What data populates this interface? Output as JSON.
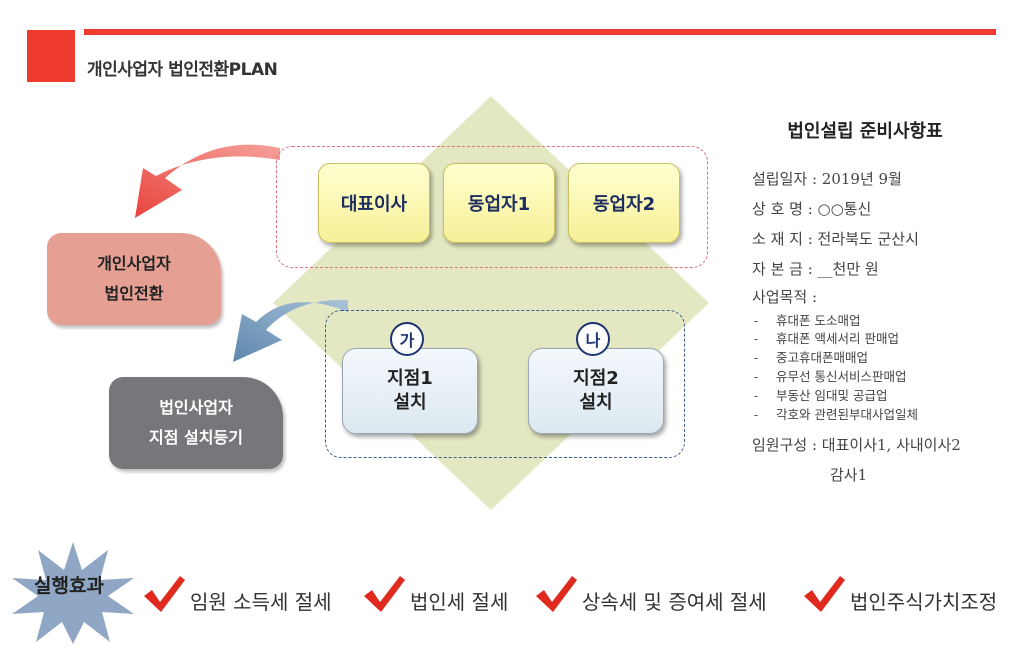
{
  "header": {
    "title": "개인사업자 법인전환PLAN"
  },
  "shareholders": [
    "대표이사",
    "동업자1",
    "동업자2"
  ],
  "branches": [
    {
      "marker": "가",
      "line1": "지점1",
      "line2": "설치"
    },
    {
      "marker": "나",
      "line1": "지점2",
      "line2": "설치"
    }
  ],
  "side_boxes": {
    "conversion": {
      "line1": "개인사업자",
      "line2": "법인전환"
    },
    "registration": {
      "line1": "법인사업자",
      "line2": "지점 설치등기"
    }
  },
  "prep": {
    "title": "법인설립 준비사항표",
    "date": "설립일자 : 2019년 9월",
    "name": "상 호 명 : ○○통신",
    "location": "소 재 지 : 전라북도 군산시",
    "capital": "자 본 금 : __천만 원",
    "purpose_label": "사업목적 :",
    "purposes": [
      "휴대폰 도소매업",
      "휴대폰 액세서리 판매업",
      "중고휴대폰매매업",
      "유무선 통신서비스판매업",
      "부동산 임대및 공급업",
      "각호와 관련된부대사업일체"
    ],
    "dash": "-",
    "officers": "임원구성 : 대표이사1, 사내이사2",
    "officers2": "감사1"
  },
  "effects": {
    "label": "실행효과",
    "items": [
      "임원 소득세 절세",
      "법인세 절세",
      "상속세 및 증여세 절세",
      "법인주식가치조정"
    ]
  },
  "colors": {
    "accent": "#ee3b2d",
    "diamond": "#e4e8c2",
    "check": "#e02a1e"
  }
}
